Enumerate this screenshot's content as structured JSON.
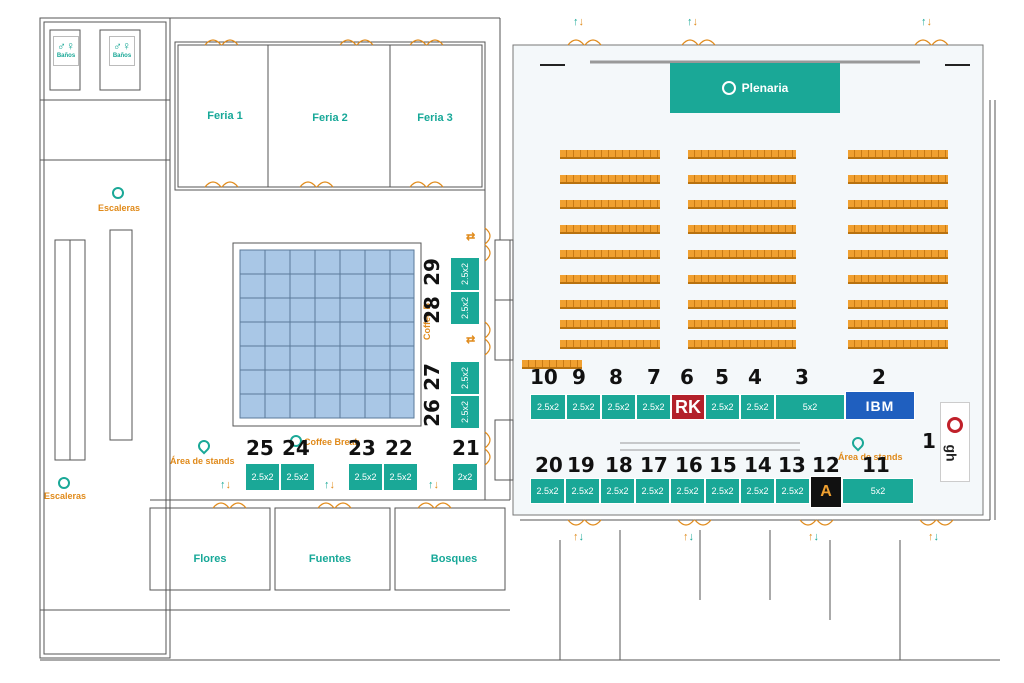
{
  "rooms": {
    "feria1": "Feria 1",
    "feria2": "Feria 2",
    "feria3": "Feria 3",
    "plenaria": "Plenaria",
    "flores": "Flores",
    "fuentes": "Fuentes",
    "bosques": "Bosques"
  },
  "labels": {
    "banos": "Baños",
    "escaleras": "Escaleras",
    "area_stands": "Área de stands",
    "area_stands_right": "Área de stands",
    "coffee_break": "Coffee Break",
    "coffee_break_side": "Coffee B"
  },
  "stands": {
    "s1": "1",
    "s2": "2",
    "s3": "3",
    "s4": "4",
    "s5": "5",
    "s6": "6",
    "s7": "7",
    "s8": "8",
    "s9": "9",
    "s10": "10",
    "s11": "11",
    "s12": "12",
    "s13": "13",
    "s14": "14",
    "s15": "15",
    "s16": "16",
    "s17": "17",
    "s18": "18",
    "s19": "19",
    "s20": "20",
    "s21": "21",
    "s22": "22",
    "s23": "23",
    "s24": "24",
    "s25": "25",
    "s26": "26",
    "s27": "27",
    "s28": "28",
    "s29": "29"
  },
  "sizes": {
    "small": "2.5x2",
    "large": "5x2",
    "tiny": "2x2"
  },
  "sponsors": {
    "ibm": "IBM",
    "rk": "RK",
    "a": "A",
    "ggh": "gh"
  },
  "colors": {
    "teal": "#1aa897",
    "orange": "#f0a030",
    "ibm_blue": "#1f5fbf",
    "rk_red": "#b3202a"
  }
}
